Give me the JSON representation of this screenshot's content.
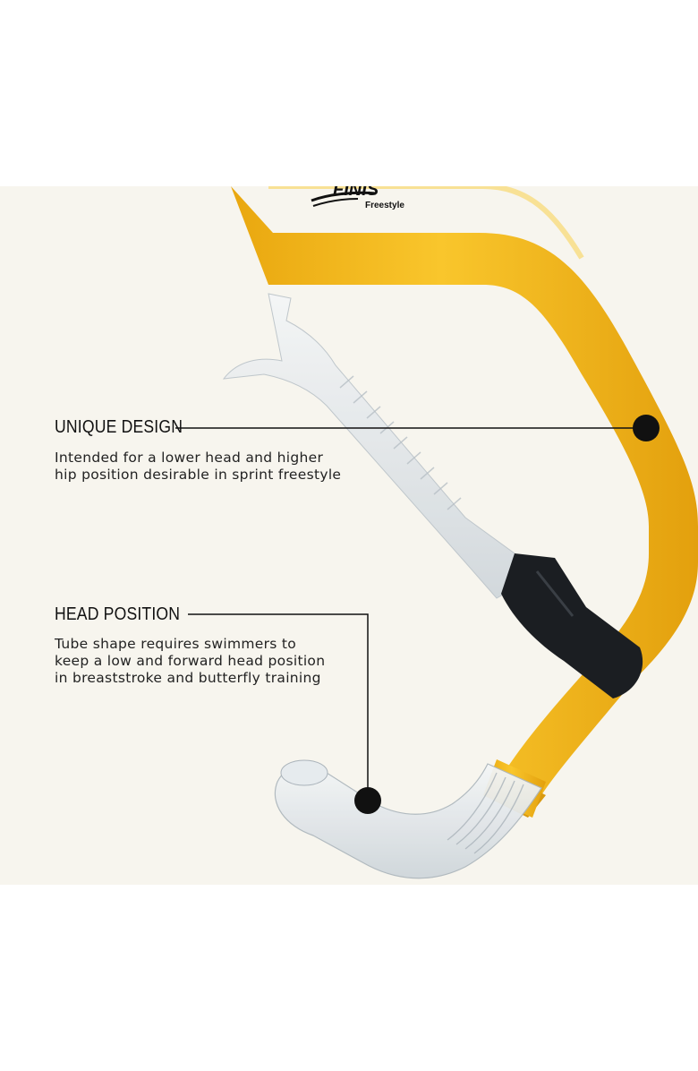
{
  "brand": {
    "logo_text": "FINIS",
    "model": "Freestyle"
  },
  "callouts": [
    {
      "heading": "UNIQUE DESIGN",
      "lines": [
        "Intended for a lower head and higher",
        "hip position desirable in sprint freestyle"
      ]
    },
    {
      "heading": "HEAD POSITION",
      "lines": [
        "Tube shape requires swimmers to",
        "keep a low and forward head position",
        "in breaststroke and butterfly training"
      ]
    }
  ],
  "colors": {
    "background": "#f7f5ee",
    "tube_yellow": "#f4b81c",
    "tube_shadow": "#d99a10",
    "strap_clear": "#e9ecee",
    "clip_black": "#1b1e22",
    "callout_line": "#111111"
  }
}
